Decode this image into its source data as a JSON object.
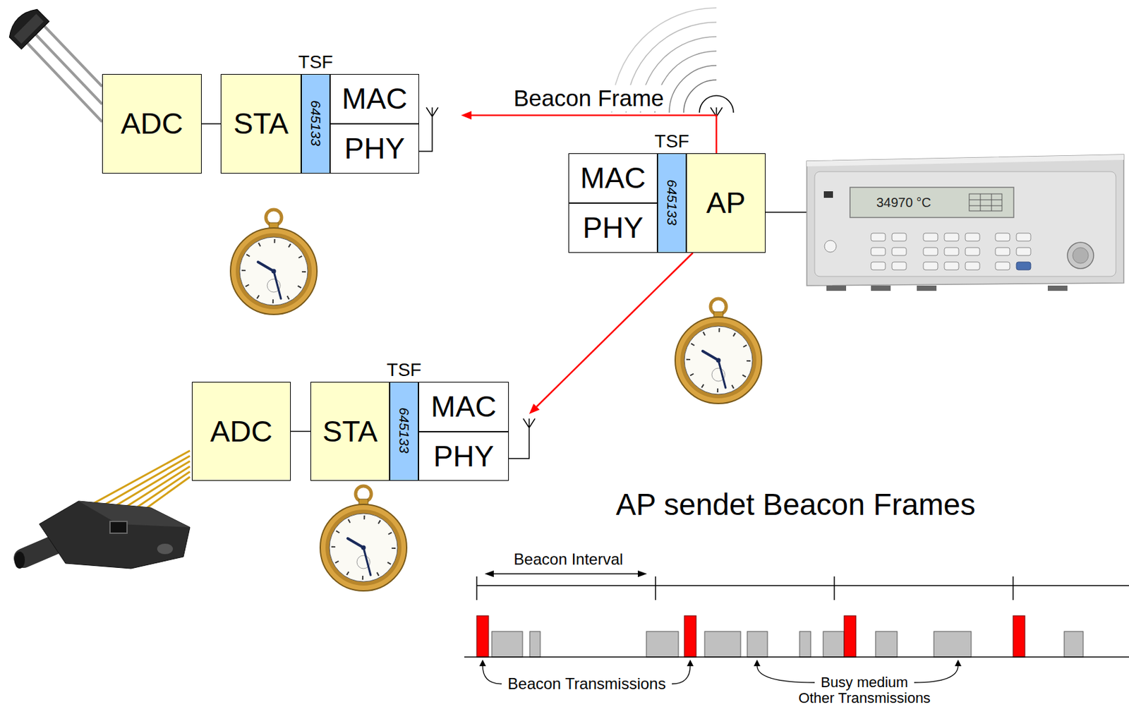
{
  "diagram": {
    "nodes": [
      {
        "text": [
          "ADC"
        ]
      },
      {
        "text": [
          "STA"
        ]
      },
      {
        "text": [
          "TSF",
          "645133"
        ]
      },
      {
        "text": [
          "MAC"
        ]
      },
      {
        "text": [
          "PHY"
        ]
      },
      {
        "text": [
          "MAC"
        ]
      },
      {
        "text": [
          "PHY"
        ]
      },
      {
        "text": [
          "TSF",
          "645133"
        ]
      },
      {
        "text": [
          "AP"
        ]
      },
      {
        "text": [
          "ADC"
        ]
      },
      {
        "text": [
          "STA"
        ]
      },
      {
        "text": [
          "TSF",
          "645133"
        ]
      },
      {
        "text": [
          "MAC"
        ]
      },
      {
        "text": [
          "PHY"
        ]
      }
    ],
    "edges": [
      {
        "from": 0,
        "to": 1,
        "arrow": "none"
      },
      {
        "from": 2,
        "to": 1,
        "arrow": "to"
      },
      {
        "from": 8,
        "to": 4,
        "label": "Beacon Frame",
        "arrow": "to"
      },
      {
        "from": 8,
        "to": 13,
        "arrow": "to"
      },
      {
        "from": 9,
        "to": 10,
        "arrow": "none"
      },
      {
        "from": 11,
        "to": 10,
        "arrow": "to"
      }
    ],
    "labels": [
      "34970 °C",
      "AP sendet Beacon Frames",
      "Beacon Interval",
      "Beacon Transmissions",
      "Busy medium",
      "Other Transmissions"
    ]
  }
}
